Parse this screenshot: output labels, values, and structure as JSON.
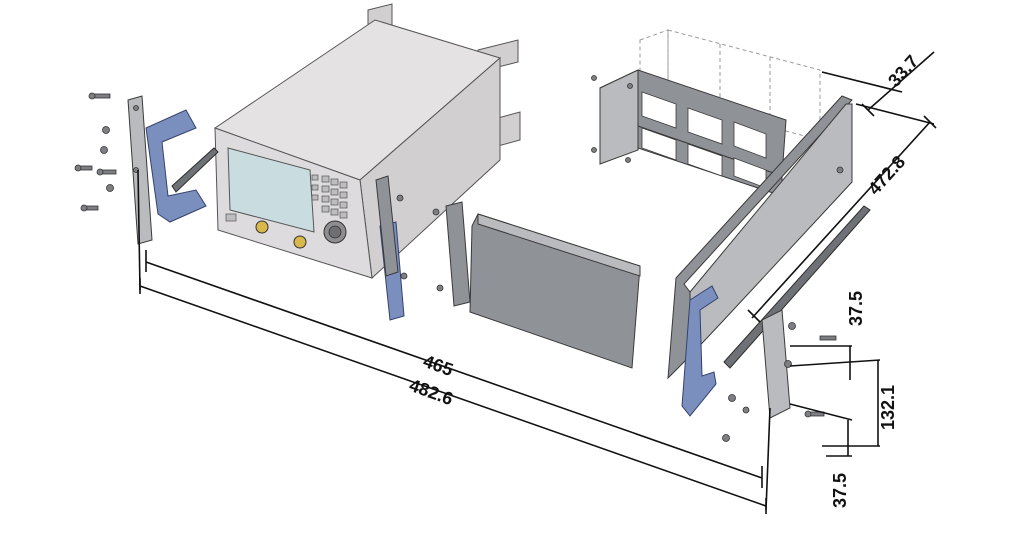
{
  "dimensions": {
    "d_465": "465",
    "d_482_6": "482.6",
    "d_33_7": "33.7",
    "d_472_8": "472.8",
    "d_37_5_top": "37.5",
    "d_132_1": "132.1",
    "d_37_5_bottom": "37.5"
  }
}
